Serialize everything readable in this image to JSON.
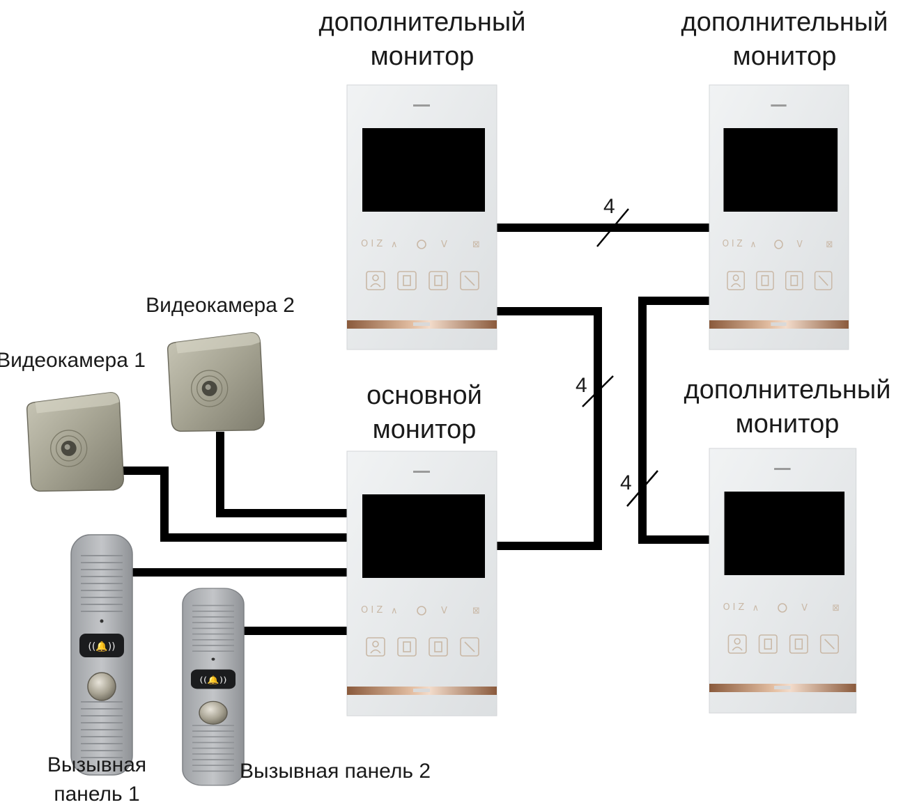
{
  "labels": {
    "monitor_top_1": [
      "дополнительный",
      "монитор"
    ],
    "monitor_top_2": [
      "дополнительный",
      "монитор"
    ],
    "monitor_main": [
      "основной",
      "монитор"
    ],
    "monitor_bottom_right": [
      "дополнительный",
      "монитор"
    ],
    "camera_1": "Видеокамера 1",
    "camera_2": "Видеокамера 2",
    "panel_1": [
      "Вызывная",
      "панель 1"
    ],
    "panel_2": "Вызывная панель 2"
  },
  "wire_counts": {
    "top_link": "4",
    "main_to_top": "4",
    "right_link": "4"
  },
  "colors": {
    "monitor_body": "#e9ebec",
    "screen": "#000000",
    "trim": "#b9845c",
    "camera": "#a09d8a",
    "panel": "#b5b7ba",
    "wire": "#000000"
  }
}
